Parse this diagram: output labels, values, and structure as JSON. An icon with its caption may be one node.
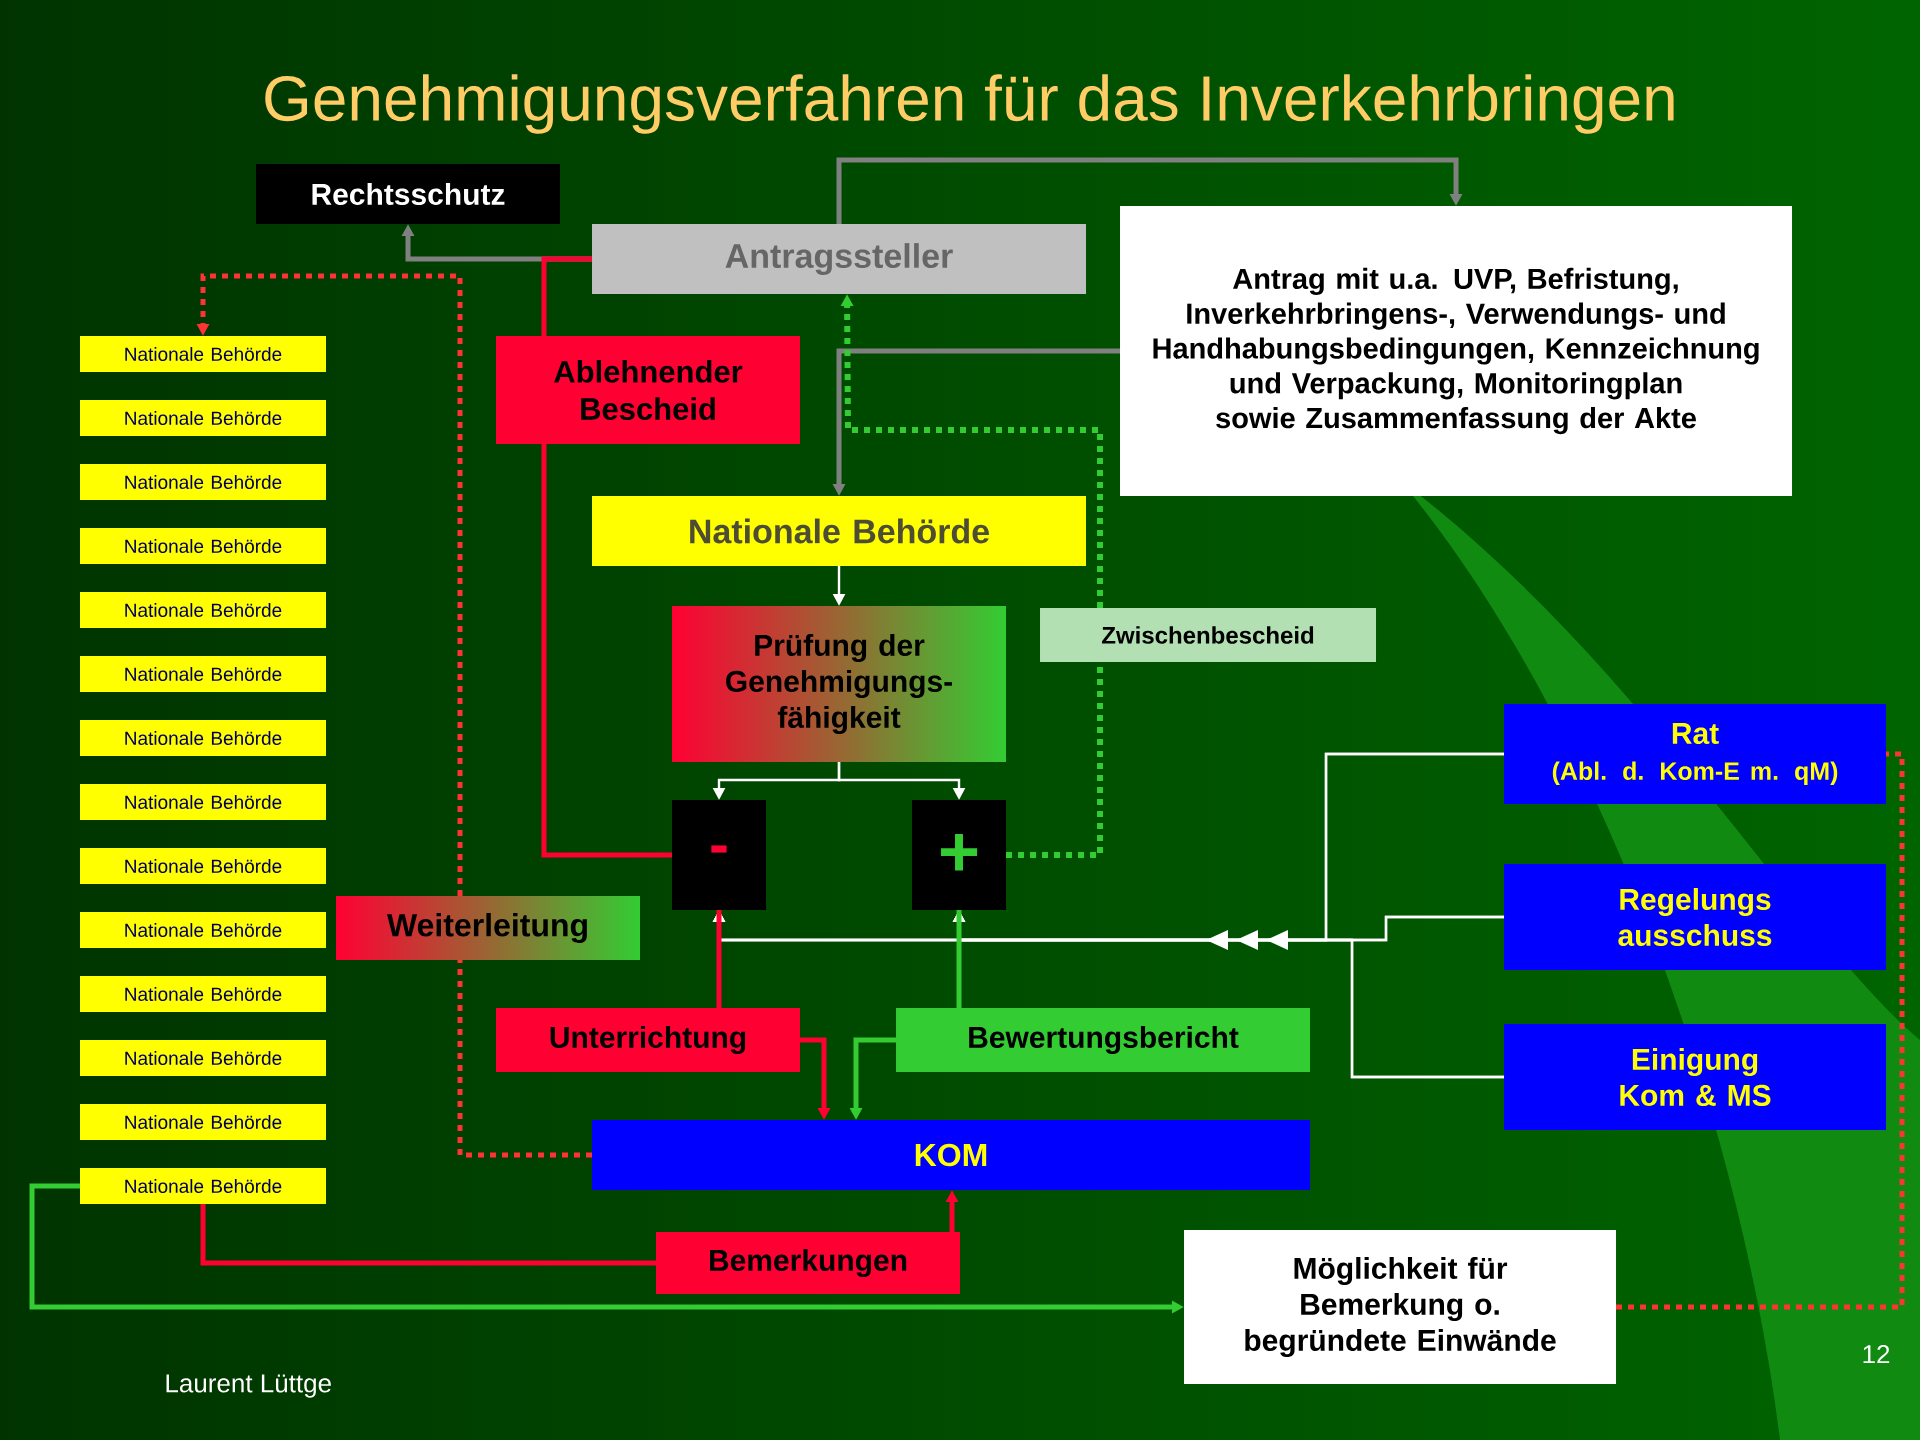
{
  "diagram": {
    "title": "Genehmigungsverfahren für das Inverkehrbringen",
    "nodes": [
      {
        "text": [
          "Rechtsschutz"
        ]
      },
      {
        "text": [
          "Antragssteller"
        ]
      },
      {
        "text": [
          "Antrag mit u.a. UVP, Befristung, Inverkehrbringens-, Verwendungs- und Handhabungsbedingungen, Kennzeichnung und Verpackung, Monitoringplan sowie Zusammenfassung der Akte"
        ]
      },
      {
        "text": [
          "Ablehnender Bescheid"
        ]
      },
      {
        "text": [
          "Nationale Behörde"
        ]
      },
      {
        "text": [
          "Prüfung der Genehmigungs-fähigkeit"
        ]
      },
      {
        "text": [
          "Zwischenbescheid"
        ]
      },
      {
        "text": [
          "-"
        ]
      },
      {
        "text": [
          "+"
        ]
      },
      {
        "text": [
          "Rat",
          "(Abl. d. Kom-E m. qM)"
        ]
      },
      {
        "text": [
          "Regelungs ausschuss"
        ]
      },
      {
        "text": [
          "Einigung Kom & MS"
        ]
      },
      {
        "text": [
          "Weiterleitung"
        ]
      },
      {
        "text": [
          "Unterrichtung"
        ]
      },
      {
        "text": [
          "Bewertungsbericht"
        ]
      },
      {
        "text": [
          "KOM"
        ]
      },
      {
        "text": [
          "Bemerkungen"
        ]
      },
      {
        "text": [
          "Möglichkeit für Bemerkung o. begründete Einwände"
        ]
      },
      {
        "text": [
          "Nationale Behörde"
        ]
      },
      {
        "text": [
          "Nationale Behörde"
        ]
      },
      {
        "text": [
          "Nationale Behörde"
        ]
      },
      {
        "text": [
          "Nationale Behörde"
        ]
      },
      {
        "text": [
          "Nationale Behörde"
        ]
      },
      {
        "text": [
          "Nationale Behörde"
        ]
      },
      {
        "text": [
          "Nationale Behörde"
        ]
      },
      {
        "text": [
          "Nationale Behörde"
        ]
      },
      {
        "text": [
          "Nationale Behörde"
        ]
      },
      {
        "text": [
          "Nationale Behörde"
        ]
      },
      {
        "text": [
          "Nationale Behörde"
        ]
      },
      {
        "text": [
          "Nationale Behörde"
        ]
      },
      {
        "text": [
          "Nationale Behörde"
        ]
      },
      {
        "text": [
          "Nationale Behörde"
        ]
      }
    ],
    "edges": [
      {
        "from": 1,
        "to": 0,
        "arrow": "to",
        "color": "#808080"
      },
      {
        "from": 1,
        "to": 2,
        "arrow": "to",
        "color": "#808080"
      },
      {
        "from": 2,
        "to": 4,
        "arrow": "to",
        "color": "#808080"
      },
      {
        "from": 7,
        "to": 3,
        "arrow": "none",
        "color": "#ff0033"
      },
      {
        "from": 3,
        "to": 1,
        "arrow": "none",
        "color": "#ff0033"
      },
      {
        "from": 8,
        "to": 6,
        "arrow": "none",
        "style": "dashed",
        "color": "#33cc33"
      },
      {
        "from": 6,
        "to": 1,
        "arrow": "to",
        "style": "dashed",
        "color": "#33cc33"
      },
      {
        "from": 4,
        "to": 5,
        "arrow": "to"
      },
      {
        "from": 5,
        "to": 7,
        "arrow": "to"
      },
      {
        "from": 5,
        "to": 8,
        "arrow": "to"
      },
      {
        "from": 9,
        "to": 7,
        "arrow": "to"
      },
      {
        "from": 9,
        "to": 8,
        "arrow": "to"
      },
      {
        "from": 10,
        "to": 7,
        "arrow": "to"
      },
      {
        "from": 10,
        "to": 8,
        "arrow": "to"
      },
      {
        "from": 11,
        "to": 7,
        "arrow": "to"
      },
      {
        "from": 11,
        "to": 8,
        "arrow": "to"
      },
      {
        "from": 7,
        "to": 13,
        "arrow": "none",
        "color": "#ff0033"
      },
      {
        "from": 13,
        "to": 15,
        "arrow": "to",
        "color": "#ff0033"
      },
      {
        "from": 8,
        "to": 14,
        "arrow": "none",
        "color": "#33cc33"
      },
      {
        "from": 14,
        "to": 15,
        "arrow": "to",
        "color": "#33cc33"
      },
      {
        "from": 15,
        "to": 12,
        "arrow": "none",
        "style": "dashed",
        "color": "#ff3333"
      },
      {
        "from": 12,
        "to": 18,
        "arrow": "to",
        "style": "dashed",
        "color": "#ff3333"
      },
      {
        "from": 31,
        "to": 16,
        "arrow": "none",
        "color": "#ff0033"
      },
      {
        "from": 16,
        "to": 15,
        "arrow": "to",
        "color": "#ff0033"
      },
      {
        "from": 31,
        "to": 17,
        "arrow": "to",
        "color": "#33cc33"
      },
      {
        "from": 17,
        "to": 9,
        "arrow": "none",
        "style": "dashed",
        "color": "#ff3333"
      }
    ],
    "labels": [
      "Laurent Lüttge",
      "12"
    ]
  }
}
